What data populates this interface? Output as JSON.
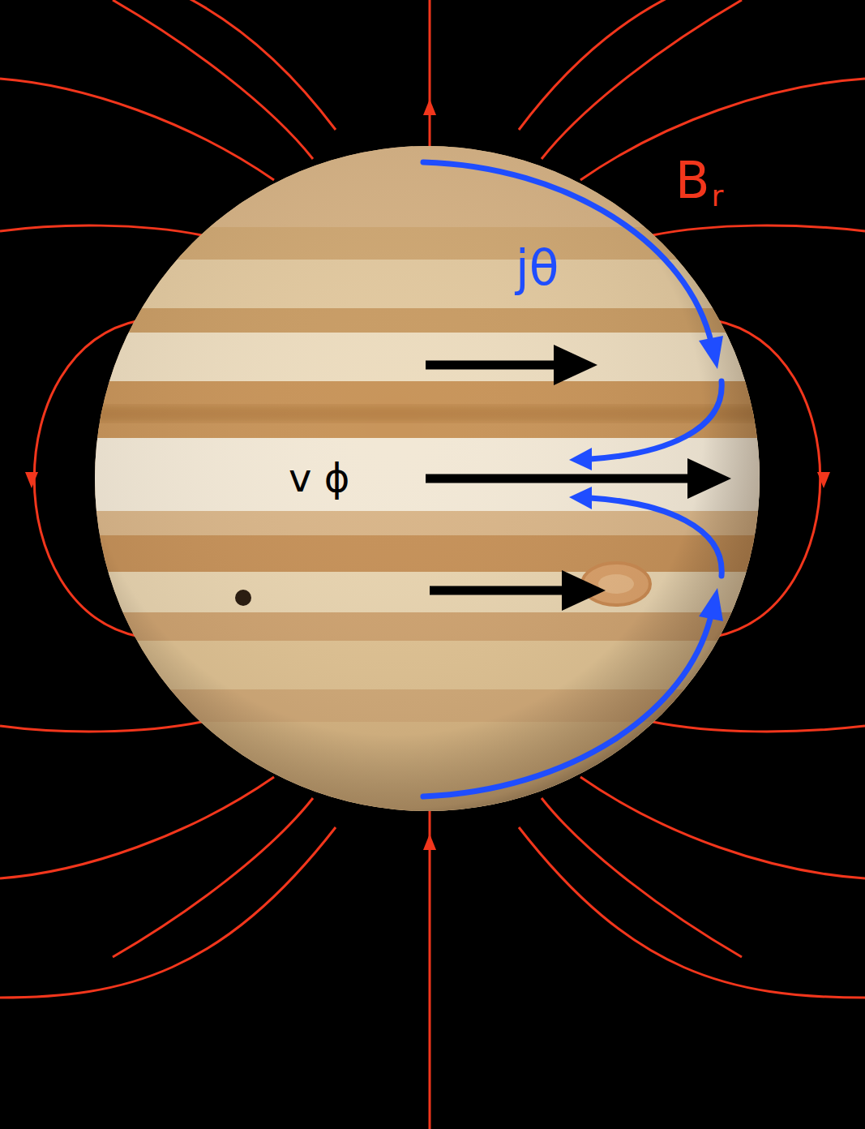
{
  "diagram": {
    "labels": [
      "B",
      "r",
      "jθ",
      "v ϕ"
    ]
  }
}
